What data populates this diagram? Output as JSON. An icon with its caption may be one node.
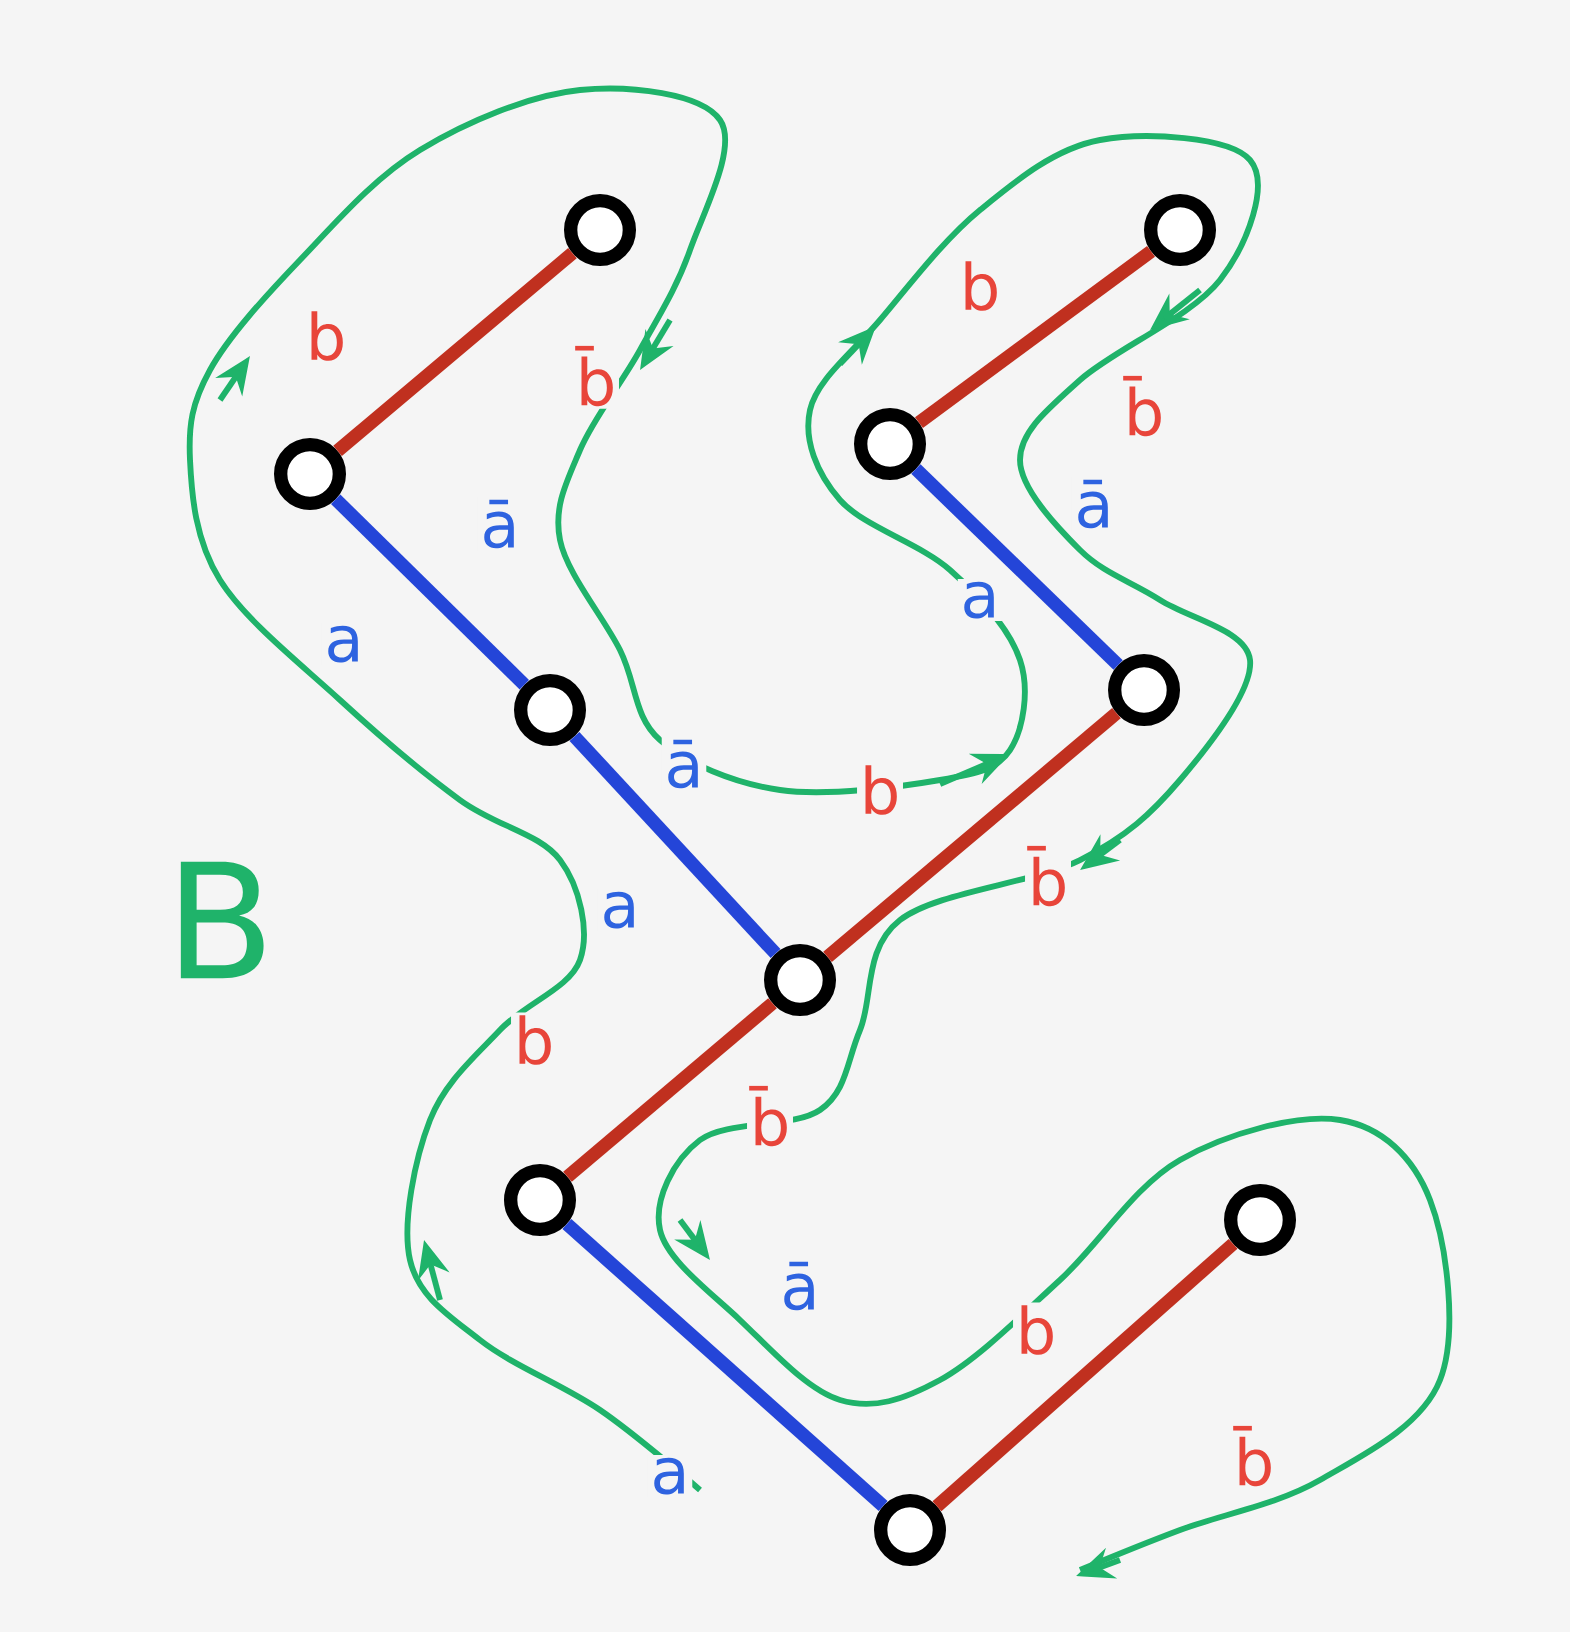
{
  "diagram": {
    "nodes": [
      {
        "text": [],
        "shape": "circle"
      },
      {
        "text": [],
        "shape": "circle"
      },
      {
        "text": [],
        "shape": "circle"
      },
      {
        "text": [],
        "shape": "circle"
      },
      {
        "text": [],
        "shape": "circle"
      },
      {
        "text": [],
        "shape": "circle"
      },
      {
        "text": [],
        "shape": "circle"
      },
      {
        "text": [],
        "shape": "circle"
      },
      {
        "text": [],
        "shape": "circle"
      },
      {
        "text": [],
        "shape": "circle"
      }
    ],
    "edges": [
      {
        "from": 1,
        "to": 0,
        "arrow": "none",
        "color": "#c0301f"
      },
      {
        "from": 1,
        "to": 2,
        "arrow": "none",
        "color": "#2445d8"
      },
      {
        "from": 2,
        "to": 3,
        "arrow": "none",
        "color": "#2445d8"
      },
      {
        "from": 3,
        "to": 6,
        "arrow": "none",
        "color": "#c0301f"
      },
      {
        "from": 5,
        "to": 6,
        "arrow": "none",
        "color": "#2445d8"
      },
      {
        "from": 5,
        "to": 4,
        "arrow": "none",
        "color": "#c0301f"
      },
      {
        "from": 7,
        "to": 3,
        "arrow": "none",
        "color": "#c0301f"
      },
      {
        "from": 7,
        "to": 9,
        "arrow": "none",
        "color": "#2445d8"
      },
      {
        "from": 9,
        "to": 8,
        "arrow": "none",
        "color": "#c0301f"
      }
    ],
    "labels": [
      "b",
      "b",
      "b̄",
      "b̄",
      "ā",
      "ā",
      "a",
      "a",
      "ā",
      "b",
      "b̄",
      "a",
      "B",
      "b",
      "b̄",
      "ā",
      "b",
      "b̄",
      "a"
    ]
  }
}
